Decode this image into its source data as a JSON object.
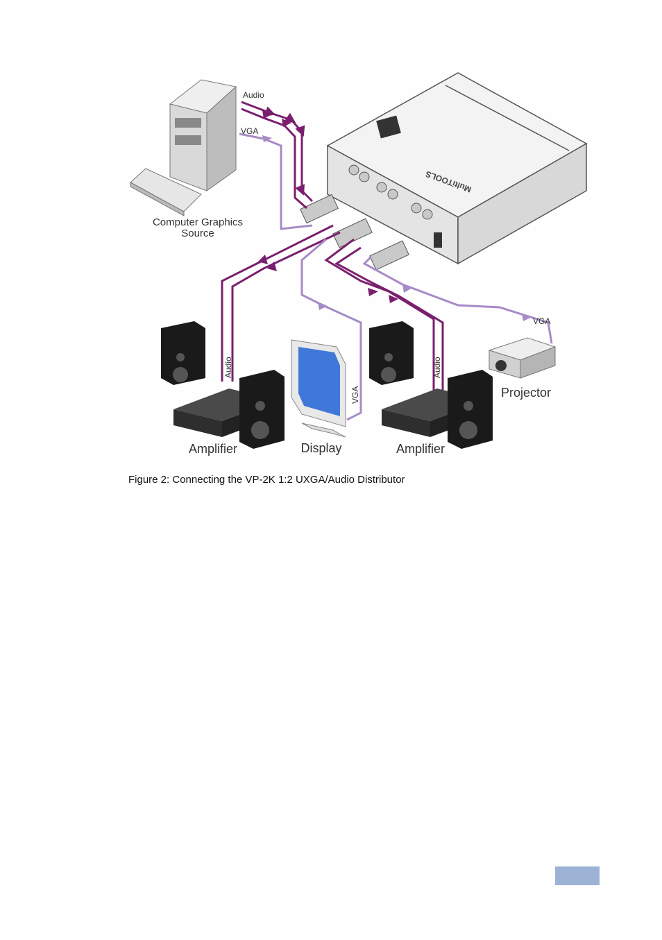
{
  "figure": {
    "labels": {
      "source_line1": "Computer Graphics",
      "source_line2": "Source",
      "audio_in": "Audio",
      "vga_in": "VGA",
      "vga_out": "VGA",
      "projector": "Projector",
      "amplifier_left": "Amplifier",
      "display": "Display",
      "amplifier_right": "Amplifier",
      "audio_left_vertical": "Audio",
      "vga_display_vertical": "VGA",
      "audio_right_vertical": "Audio",
      "device_brand": "MultiTOOLS"
    },
    "colors": {
      "audio_cable": "#7a1f6e",
      "vga_cable": "#a68bc7",
      "device_body": "#f2f2f2"
    }
  },
  "caption": "Figure 2: Connecting the VP-2K 1:2 UXGA/Audio Distributor",
  "page_tab_color": "#9db3d6"
}
